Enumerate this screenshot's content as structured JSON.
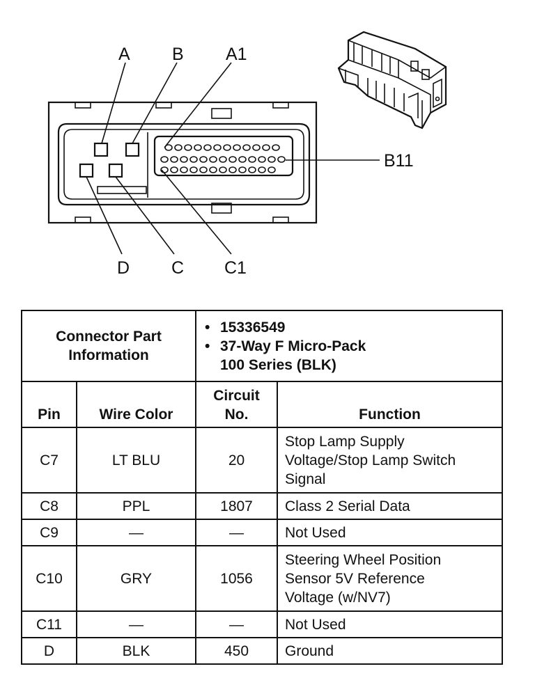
{
  "diagram": {
    "labels": {
      "a": "A",
      "b": "B",
      "a1": "A1",
      "b11": "B11",
      "d": "D",
      "c": "C",
      "c1": "C1"
    }
  },
  "table": {
    "title_line1": "Connector Part",
    "title_line2": "Information",
    "part_number": "15336549",
    "connector_line1": "37-Way F Micro-Pack",
    "connector_line2": "100 Series (BLK)",
    "bullet": "•",
    "headers": {
      "pin": "Pin",
      "wire_color": "Wire Color",
      "circuit_line1": "Circuit",
      "circuit_line2": "No.",
      "function": "Function"
    },
    "rows": [
      {
        "pin": "C7",
        "wire": "LT BLU",
        "circuit": "20",
        "function": [
          "Stop Lamp Supply",
          "Voltage/Stop Lamp Switch",
          "Signal"
        ]
      },
      {
        "pin": "C8",
        "wire": "PPL",
        "circuit": "1807",
        "function": [
          "Class 2 Serial Data"
        ]
      },
      {
        "pin": "C9",
        "wire": "—",
        "circuit": "—",
        "function": [
          "Not Used"
        ]
      },
      {
        "pin": "C10",
        "wire": "GRY",
        "circuit": "1056",
        "function": [
          "Steering Wheel Position",
          "Sensor 5V Reference",
          "Voltage (w/NV7)"
        ]
      },
      {
        "pin": "C11",
        "wire": "—",
        "circuit": "—",
        "function": [
          "Not Used"
        ]
      },
      {
        "pin": "D",
        "wire": "BLK",
        "circuit": "450",
        "function": [
          "Ground"
        ]
      }
    ]
  }
}
